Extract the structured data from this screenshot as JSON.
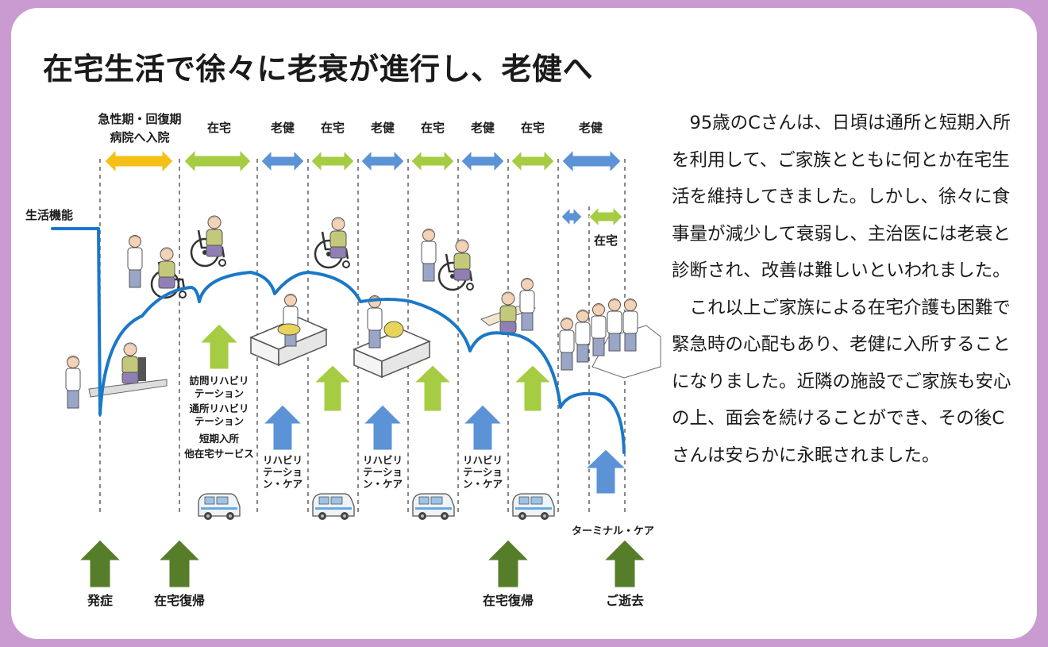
{
  "title": "在宅生活で徐々に老衰が進行し、老健へ",
  "story": {
    "paragraphs": [
      "95歳のCさんは、日頃は通所と短期入所を利用して、ご家族とともに何とか在宅生活を維持してきました。しかし、徐々に食事量が減少して衰弱し、主治医には老衰と診断され、改善は難しいといわれました。",
      "これ以上ご家族による在宅介護も困難で緊急時の心配もあり、老健に入所することになりました。近隣の施設でご家族も安心の上、面会を続けることができ、その後Cさんは安らかに永眠されました。"
    ]
  },
  "diagram": {
    "y_axis_label": "生活機能",
    "periods": [
      "急性期・回復期",
      "病院へ入院",
      "在宅",
      "老健",
      "在宅",
      "老健",
      "在宅",
      "老健",
      "在宅",
      "老健"
    ],
    "late_home_label": "在宅",
    "services_text": [
      "訪問リハビリ",
      "テーション",
      "通所リハビリ",
      "テーション",
      "短期入所",
      "他在宅サービス"
    ],
    "rehab_care_text": [
      "リハビリ",
      "テーショ",
      "ン・ケア"
    ],
    "terminal_care_text": "ターミナル・ケア",
    "events": [
      "発症",
      "在宅復帰",
      "在宅復帰",
      "ご逝去"
    ]
  },
  "colors": {
    "border": "#c99bd0",
    "acute_arrow": "#f5bf18",
    "home_arrow": "#a5cc42",
    "roken_arrow": "#5b93d6",
    "event_arrow": "#567d2a",
    "curve": "#1b78c8",
    "divider": "#555555"
  }
}
